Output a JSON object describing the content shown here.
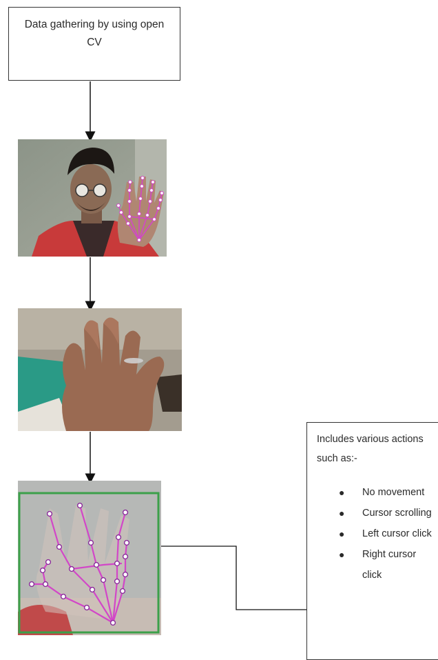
{
  "flowchart": {
    "start_box": {
      "text": "Data gathering by using open CV"
    },
    "images": [
      {
        "name": "webcam-face-with-hand-landmarks"
      },
      {
        "name": "raw-hand-capture"
      },
      {
        "name": "hand-skeleton-landmarks"
      }
    ],
    "actions_box": {
      "intro": "Includes various actions such as:-",
      "items": [
        {
          "label": "No movement"
        },
        {
          "label": "Cursor scrolling"
        },
        {
          "label": "Left cursor click"
        },
        {
          "label": "Right cursor click"
        }
      ]
    }
  },
  "colors": {
    "landmark": "#d246c8",
    "frame_green": "#3ca04a"
  }
}
